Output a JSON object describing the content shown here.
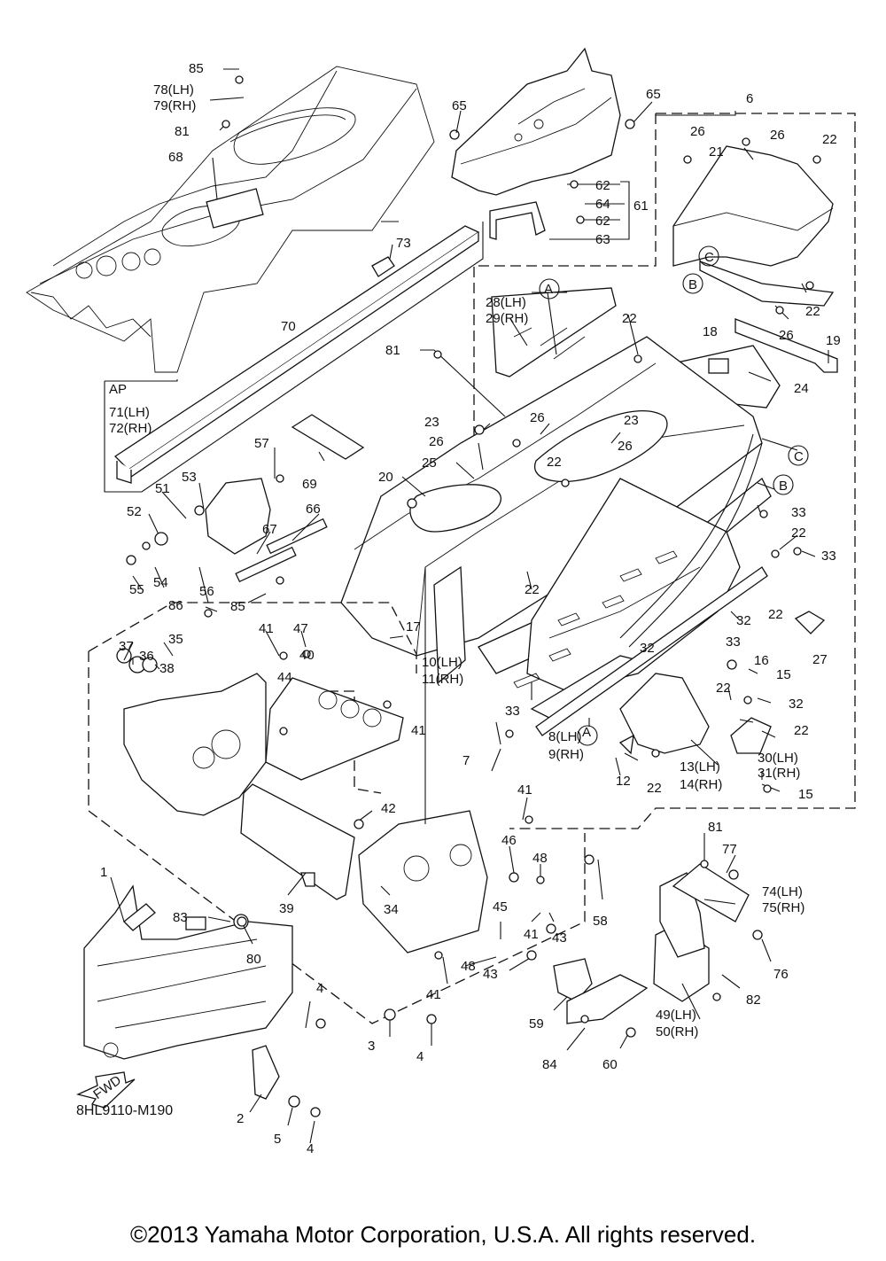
{
  "diagram_code": "8HL9110-M190",
  "copyright": "©2013 Yamaha Motor Corporation, U.S.A. All rights reserved.",
  "fwd_label": "FWD",
  "callouts": [
    {
      "text": "85"
    },
    {
      "text": "78(LH)"
    },
    {
      "text": "79(RH)"
    },
    {
      "text": "81"
    },
    {
      "text": "68"
    },
    {
      "text": "73"
    },
    {
      "text": "70"
    },
    {
      "text": "AP"
    },
    {
      "text": "71(LH)"
    },
    {
      "text": "72(RH)"
    },
    {
      "text": "65"
    },
    {
      "text": "65"
    },
    {
      "text": "6"
    },
    {
      "text": "62"
    },
    {
      "text": "64"
    },
    {
      "text": "61"
    },
    {
      "text": "62"
    },
    {
      "text": "63"
    },
    {
      "text": "26"
    },
    {
      "text": "21"
    },
    {
      "text": "26"
    },
    {
      "text": "22"
    },
    {
      "text": "C"
    },
    {
      "text": "B"
    },
    {
      "text": "22"
    },
    {
      "text": "26"
    },
    {
      "text": "19"
    },
    {
      "text": "18"
    },
    {
      "text": "24"
    },
    {
      "text": "A"
    },
    {
      "text": "28(LH)"
    },
    {
      "text": "29(RH)"
    },
    {
      "text": "22"
    },
    {
      "text": "81"
    },
    {
      "text": "23"
    },
    {
      "text": "26"
    },
    {
      "text": "23"
    },
    {
      "text": "26"
    },
    {
      "text": "26"
    },
    {
      "text": "25"
    },
    {
      "text": "22"
    },
    {
      "text": "C"
    },
    {
      "text": "B"
    },
    {
      "text": "33"
    },
    {
      "text": "22"
    },
    {
      "text": "33"
    },
    {
      "text": "20"
    },
    {
      "text": "69"
    },
    {
      "text": "57"
    },
    {
      "text": "53"
    },
    {
      "text": "51"
    },
    {
      "text": "52"
    },
    {
      "text": "66"
    },
    {
      "text": "67"
    },
    {
      "text": "22"
    },
    {
      "text": "55"
    },
    {
      "text": "54"
    },
    {
      "text": "56"
    },
    {
      "text": "85"
    },
    {
      "text": "32"
    },
    {
      "text": "22"
    },
    {
      "text": "27"
    },
    {
      "text": "86"
    },
    {
      "text": "41"
    },
    {
      "text": "47"
    },
    {
      "text": "17"
    },
    {
      "text": "37"
    },
    {
      "text": "35"
    },
    {
      "text": "36"
    },
    {
      "text": "38"
    },
    {
      "text": "40"
    },
    {
      "text": "44"
    },
    {
      "text": "10(LH)"
    },
    {
      "text": "11(RH)"
    },
    {
      "text": "33"
    },
    {
      "text": "32"
    },
    {
      "text": "16"
    },
    {
      "text": "15"
    },
    {
      "text": "22"
    },
    {
      "text": "32"
    },
    {
      "text": "22"
    },
    {
      "text": "41"
    },
    {
      "text": "A"
    },
    {
      "text": "33"
    },
    {
      "text": "8(LH)"
    },
    {
      "text": "9(RH)"
    },
    {
      "text": "7"
    },
    {
      "text": "12"
    },
    {
      "text": "22"
    },
    {
      "text": "13(LH)"
    },
    {
      "text": "14(RH)"
    },
    {
      "text": "30(LH)"
    },
    {
      "text": "31(RH)"
    },
    {
      "text": "15"
    },
    {
      "text": "42"
    },
    {
      "text": "41"
    },
    {
      "text": "81"
    },
    {
      "text": "77"
    },
    {
      "text": "46"
    },
    {
      "text": "48"
    },
    {
      "text": "58"
    },
    {
      "text": "74(LH)"
    },
    {
      "text": "75(RH)"
    },
    {
      "text": "1"
    },
    {
      "text": "83"
    },
    {
      "text": "39"
    },
    {
      "text": "34"
    },
    {
      "text": "45"
    },
    {
      "text": "41"
    },
    {
      "text": "43"
    },
    {
      "text": "80"
    },
    {
      "text": "76"
    },
    {
      "text": "48"
    },
    {
      "text": "43"
    },
    {
      "text": "41"
    },
    {
      "text": "82"
    },
    {
      "text": "4"
    },
    {
      "text": "59"
    },
    {
      "text": "49(LH)"
    },
    {
      "text": "50(RH)"
    },
    {
      "text": "3"
    },
    {
      "text": "4"
    },
    {
      "text": "84"
    },
    {
      "text": "60"
    },
    {
      "text": "2"
    },
    {
      "text": "5"
    },
    {
      "text": "4"
    }
  ]
}
